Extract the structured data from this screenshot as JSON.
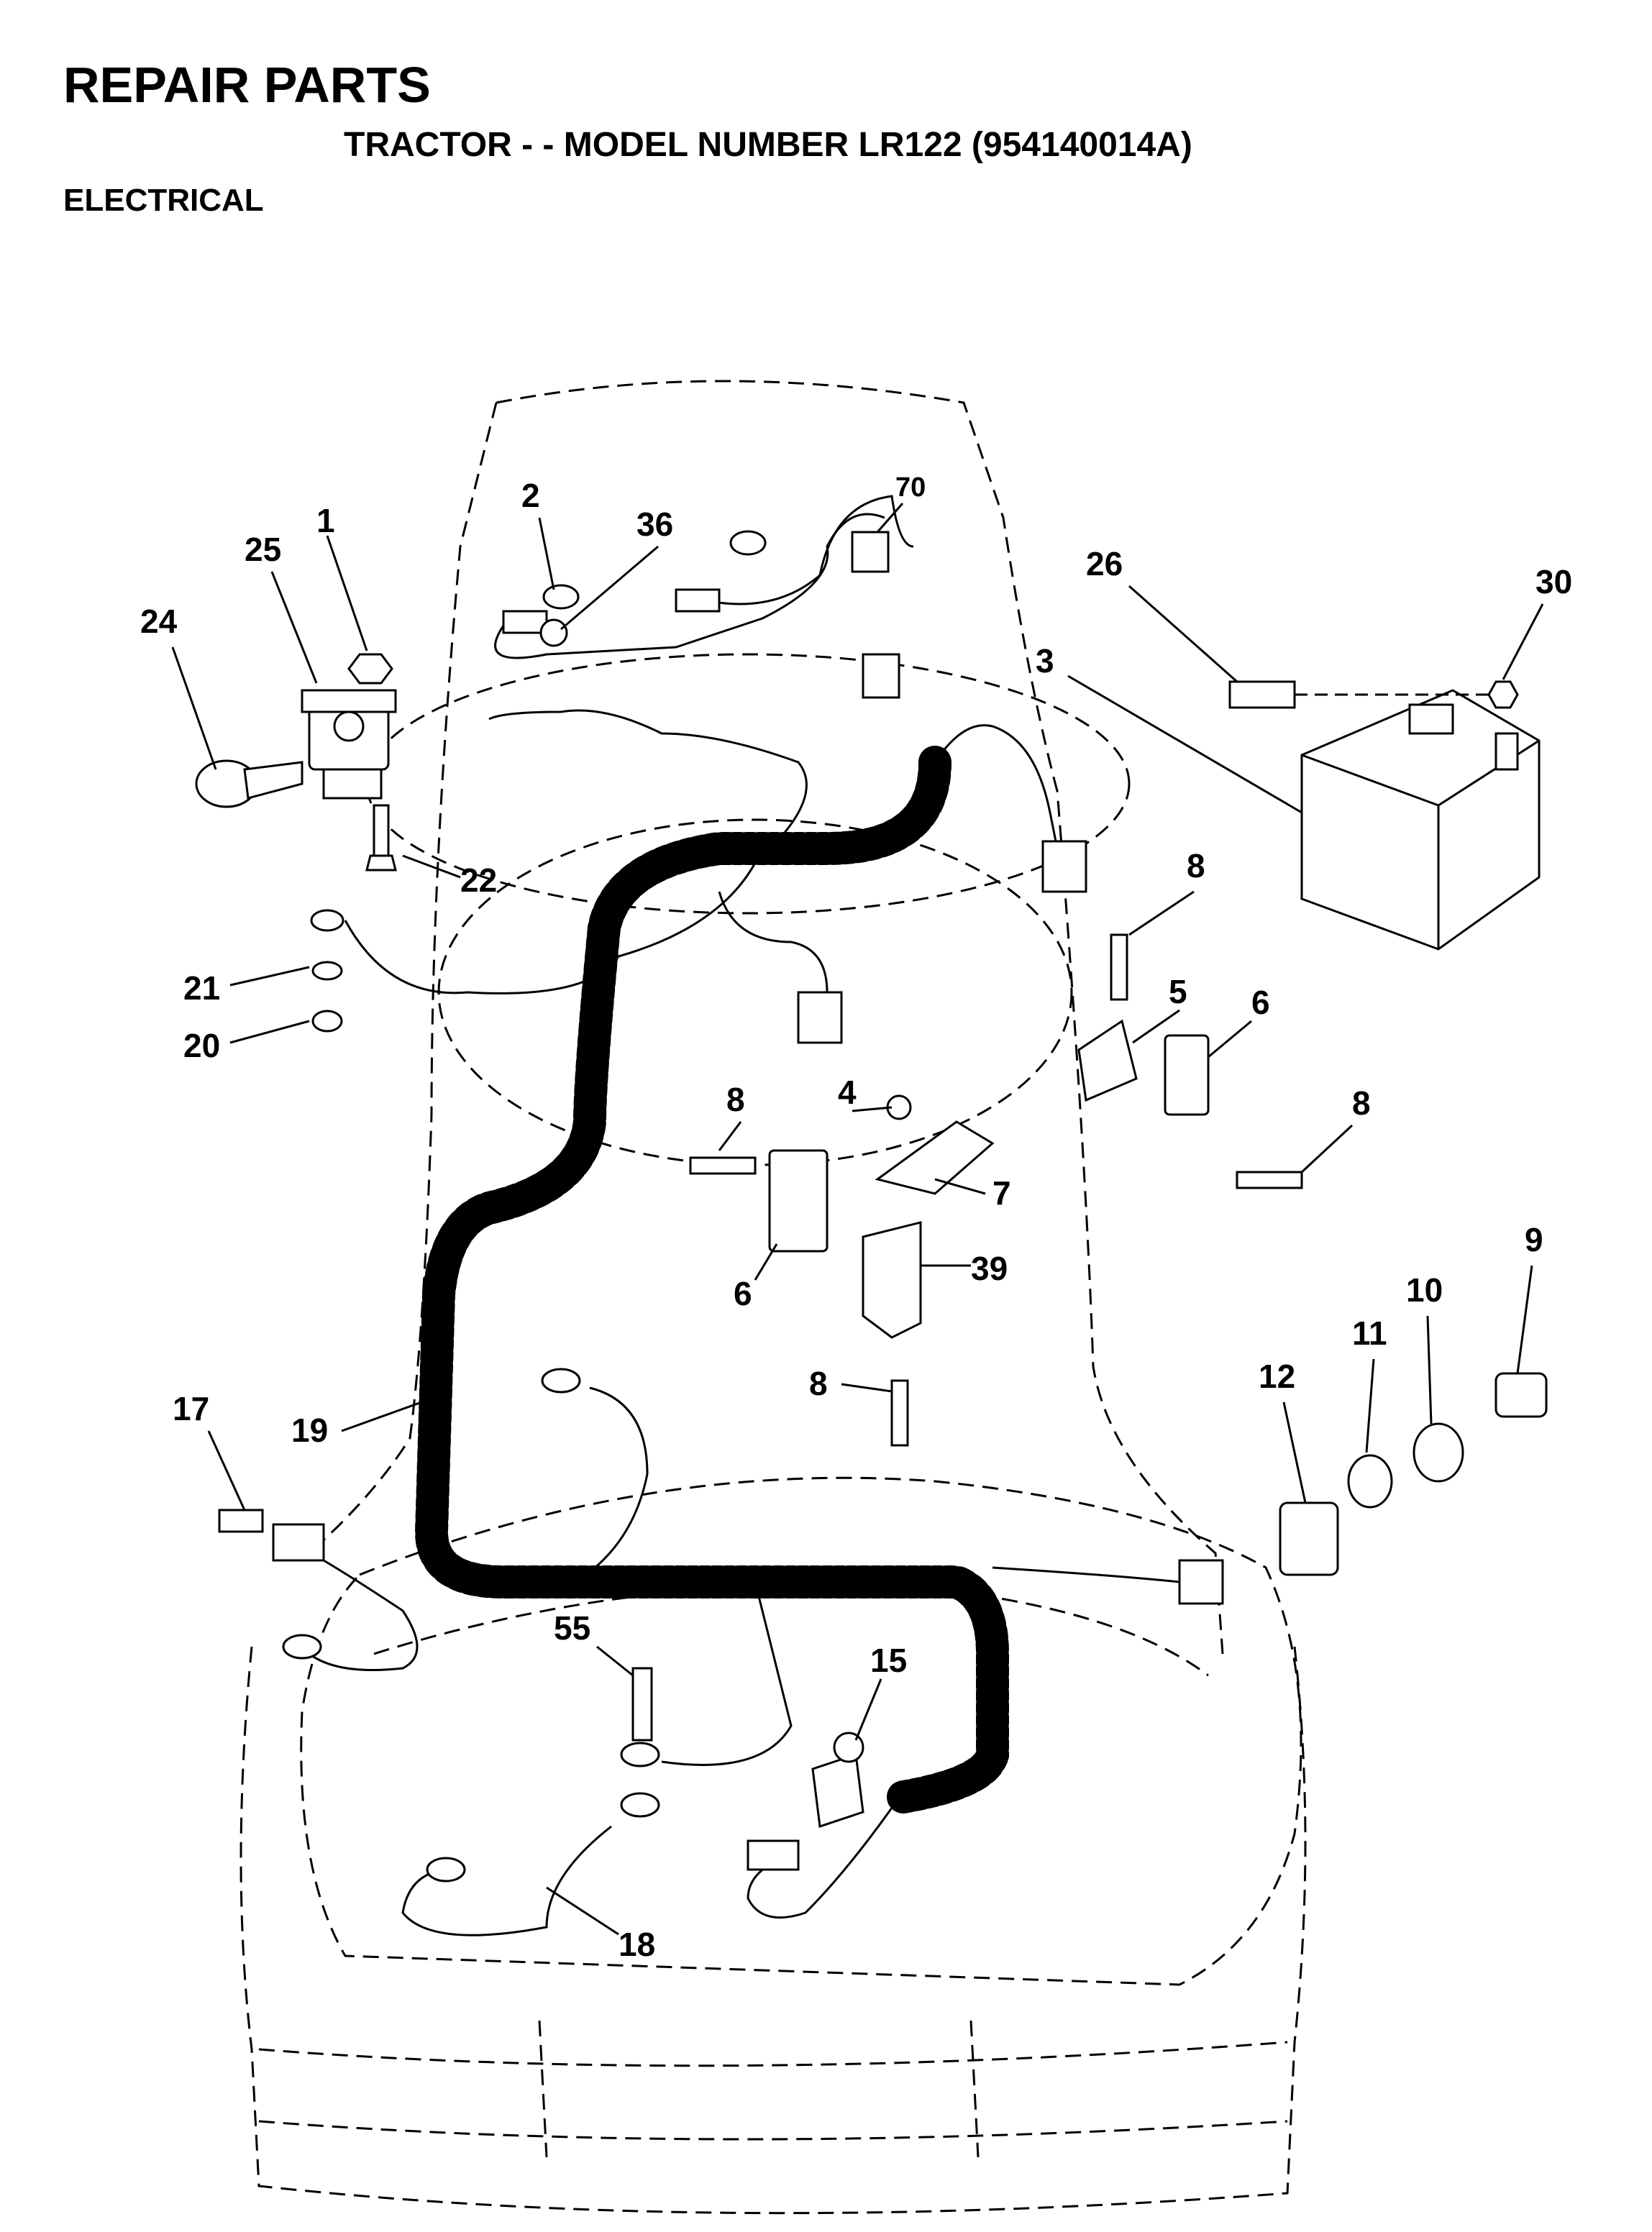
{
  "header": {
    "title": "REPAIR PARTS",
    "subtitle": "TRACTOR - - MODEL NUMBER LR122 (954140014A)",
    "section": "ELECTRICAL"
  },
  "callouts": [
    "1",
    "2",
    "36",
    "70",
    "25",
    "24",
    "26",
    "30",
    "3",
    "22",
    "8",
    "21",
    "20",
    "5",
    "6",
    "8",
    "4",
    "8",
    "7",
    "6",
    "39",
    "8",
    "9",
    "10",
    "11",
    "12",
    "17",
    "19",
    "55",
    "15",
    "18"
  ],
  "colors": {
    "ink": "#000000",
    "paper": "#ffffff"
  }
}
